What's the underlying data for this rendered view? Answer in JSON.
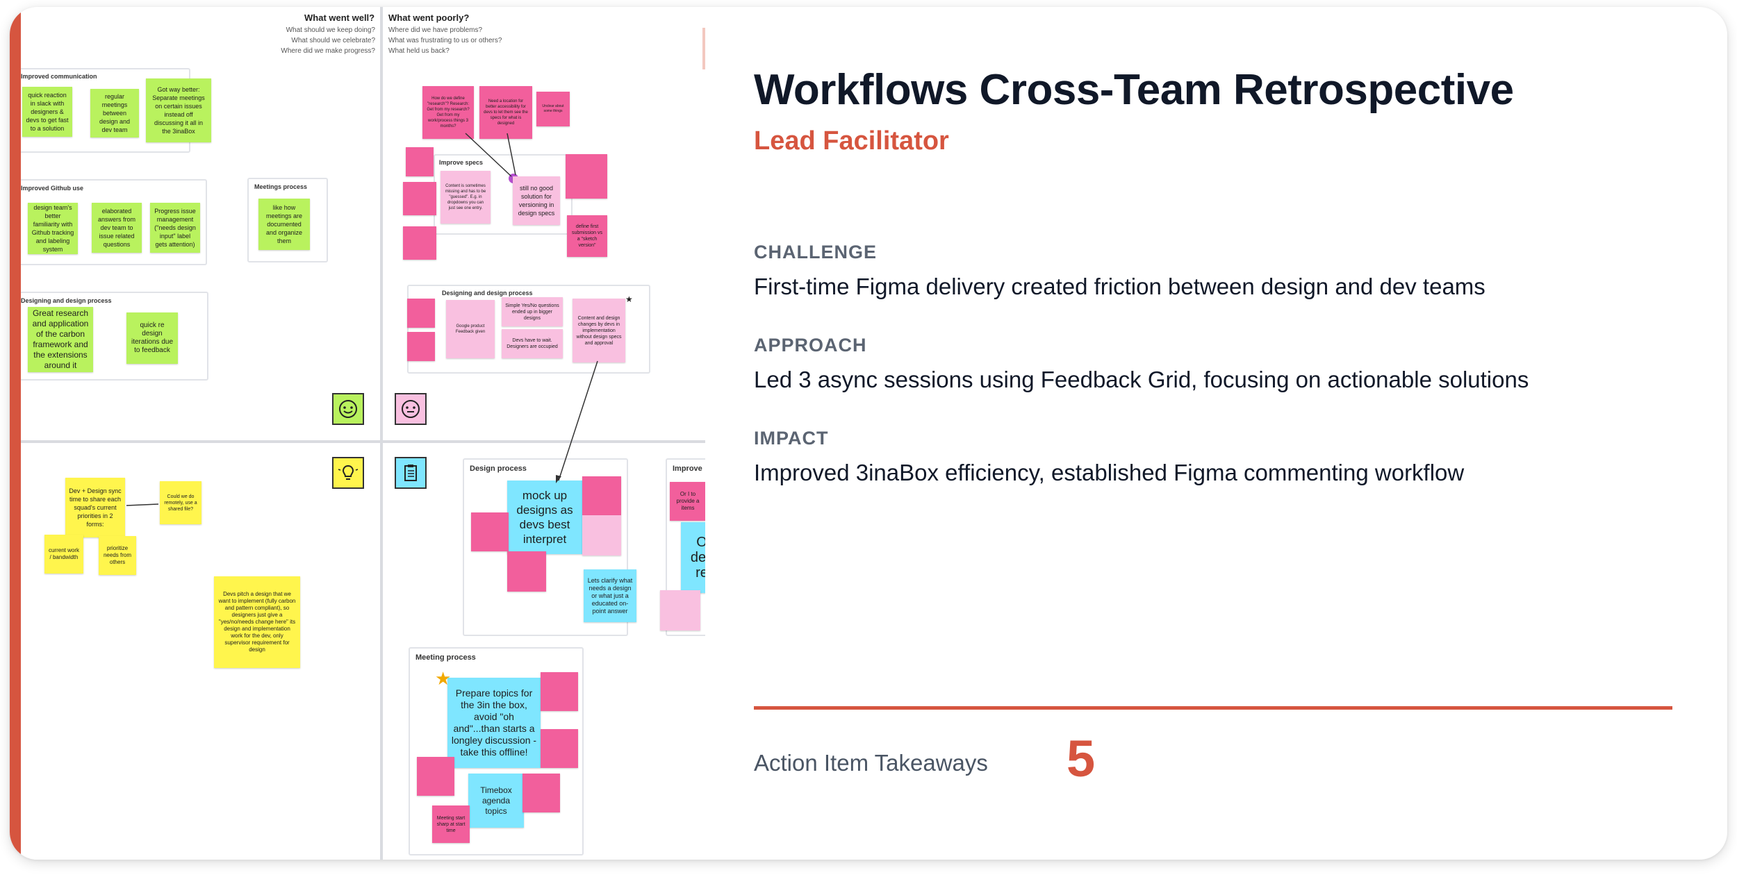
{
  "board": {
    "columns": {
      "went_well": {
        "title": "What went well?",
        "prompts": [
          "What should we keep doing?",
          "What should we celebrate?",
          "Where did we make progress?"
        ]
      },
      "went_poorly": {
        "title": "What went poorly?",
        "prompts": [
          "Where did we have problems?",
          "What was frustrating to us or others?",
          "What held us back?"
        ]
      }
    },
    "groups": {
      "improved_communication": "Improved communication",
      "improved_github": "Improved Github use",
      "meetings_process": "Meetings process",
      "design_process_left": "Designing and design process",
      "improve_specs": "Improve specs",
      "design_process_mid": "Designing and design process",
      "design_process": "Design process",
      "improve": "Improve",
      "meeting_process": "Meeting process"
    },
    "stickies": {
      "g1": "quick reaction in slack with designers & devs to get fast to a solution",
      "g2": "regular meetings between design and dev team",
      "g3": "Got way better: Separate meetings on certain issues instead off discussing it all in the 3inaBox",
      "g4": "design team's better familiarity with Github tracking and labeling system",
      "g5": "elaborated answers from dev team to issue related questions",
      "g6": "Progress issue management (\"needs design input\" label gets attention)",
      "g7": "like how meetings are documented and organize them",
      "g8": "Great research and application of the carbon framework and the extensions around it",
      "g9": "quick re design iterations due to feedback",
      "m1": "How do we define \"research\"? Research: Get from my research? Get from my work/process things 3 months?",
      "m2": "Need a location for better accessibility for devs to let them see the specs for what is designed",
      "m3": "Unclear about some things",
      "p1": "Content is sometimes missing and has to be \"guessed\". E.g. in dropdowns you can just see one entry.",
      "p2": "still no good solution for versioning in design specs",
      "m4": "define first submission vs a \"sketch version\"",
      "p3": "Google product Feedback given",
      "p4": "Simple Yes/No questions ended up in bigger designs",
      "p5": "Devs have to wait. Designers are occupied",
      "p6": "Content and design changes by devs in implementation without design specs and approval",
      "y1": "Dev + Design sync time to share each squad's current priorities in 2 forms:",
      "y2": "Could we do remotely, use a shared file?",
      "y3": "current work / bandwidth",
      "y4": "prioritize needs from others",
      "y5": "Devs pitch a design that we want to implement (fully carbon and pattern compliant), so designers just give a \"yes/no/needs change here\" its design and implementation work for the dev, only supervisor requirement for design",
      "c1": "mock up designs as devs best interpret",
      "c2": "Lets clarify what needs a design or what just a educated on-point answer",
      "c3": "Prepare topics for the 3in the box, avoid \"oh and\"...than starts a longley discussion - take this offline!",
      "c4": "Timebox agenda topics",
      "m5": "Meeting start sharp at start time",
      "c5": "O des re",
      "m6": "Or I to provide a items"
    }
  },
  "content": {
    "title": "Workflows Cross-Team Retrospective",
    "role": "Lead Facilitator",
    "challenge": {
      "label": "CHALLENGE",
      "text": "First-time Figma delivery created friction between design and dev teams"
    },
    "approach": {
      "label": "APPROACH",
      "text": "Led 3 async sessions using Feedback Grid, focusing on actionable solutions"
    },
    "impact": {
      "label": "IMPACT",
      "text": "Improved 3inaBox efficiency, established Figma commenting workflow"
    },
    "takeaways": {
      "label": "Action Item Takeaways",
      "count": "5"
    }
  },
  "colors": {
    "accent": "#d6553f",
    "title": "#101828",
    "label": "#5b6472",
    "sticky_green": "#b9f25e",
    "sticky_magenta": "#f25f9c",
    "sticky_pink": "#f9c0e0",
    "sticky_yellow": "#fff54d",
    "sticky_cyan": "#7fe6ff"
  },
  "icons": {
    "face_happy": "smile-face-icon",
    "face_neutral": "neutral-face-icon",
    "idea": "lightbulb-icon",
    "todo": "clipboard-icon",
    "highlight": "star-icon"
  }
}
